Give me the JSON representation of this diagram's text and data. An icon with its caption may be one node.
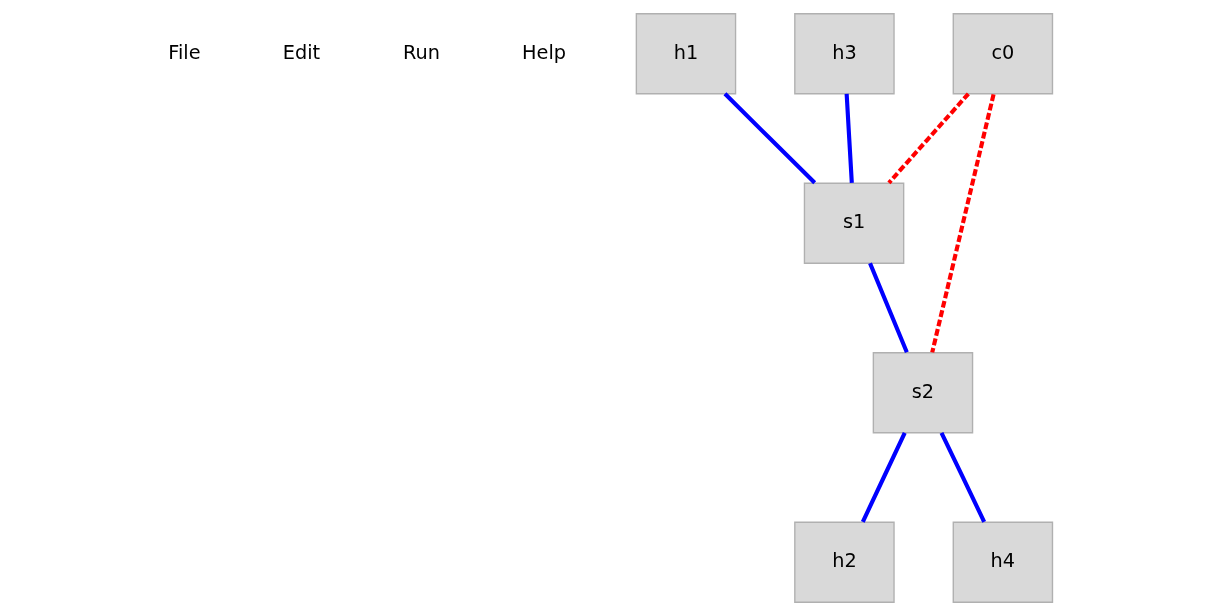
{
  "diagram": {
    "nodes": [
      {
        "text": [
          "c0"
        ]
      },
      {
        "text": [
          "h1"
        ]
      },
      {
        "text": [
          "s1"
        ]
      },
      {
        "text": [
          "s2"
        ]
      },
      {
        "text": [
          "h2"
        ]
      },
      {
        "text": [
          "h3"
        ]
      },
      {
        "text": [
          "h4"
        ]
      }
    ],
    "edges": [
      {
        "from": 1,
        "to": 2,
        "arrow": "none"
      },
      {
        "from": 5,
        "to": 2,
        "arrow": "none"
      },
      {
        "from": 2,
        "to": 3,
        "arrow": "none"
      },
      {
        "from": 3,
        "to": 4,
        "arrow": "none"
      },
      {
        "from": 3,
        "to": 6,
        "arrow": "none"
      },
      {
        "from": 0,
        "to": 2,
        "arrow": "none",
        "style": "dashed",
        "color": "#ff0000"
      },
      {
        "from": 0,
        "to": 3,
        "arrow": "none",
        "style": "dashed",
        "color": "#ff0000"
      }
    ],
    "labels": [
      "File",
      "Edit",
      "Run",
      "Help"
    ]
  }
}
